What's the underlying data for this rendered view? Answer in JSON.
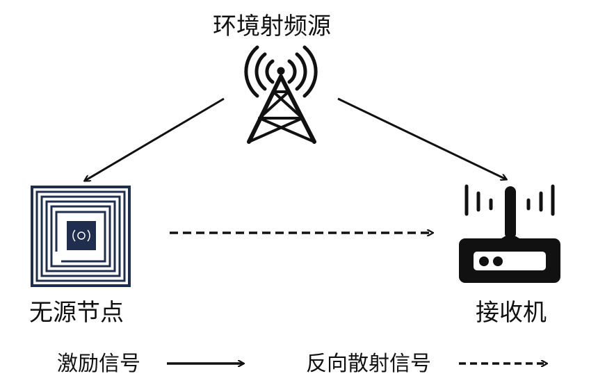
{
  "nodes": {
    "source_label": "环境射频源",
    "tag_label": "无源节点",
    "receiver_label": "接收机"
  },
  "legend": {
    "excitation_label": "激励信号",
    "backscatter_label": "反向散射信号"
  },
  "colors": {
    "ink": "#111111",
    "tag_blue": "#1f2d4e"
  }
}
